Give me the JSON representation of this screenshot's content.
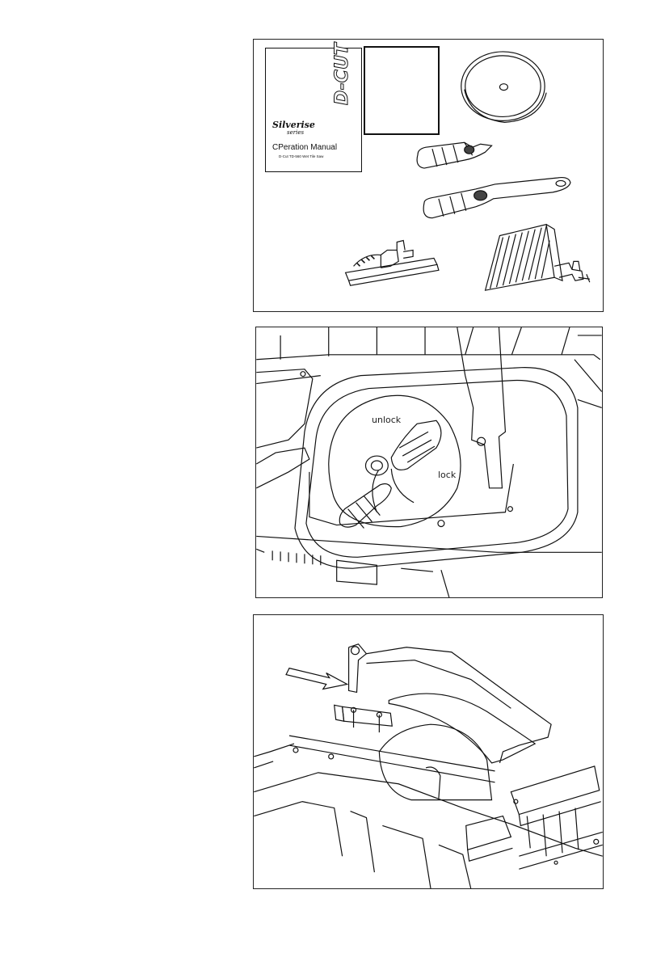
{
  "panel1": {
    "manual": {
      "series_name": "Silverise",
      "series_sub": "series",
      "brand": "D-CUT",
      "title": "CPeration Manual",
      "subtitle": "D-Cut TD-560 Wet Tile Saw"
    }
  },
  "panel2": {
    "unlock_label": "unlock",
    "lock_label": "lock"
  },
  "icons": {
    "arrow": "arrow-pointer-icon"
  }
}
